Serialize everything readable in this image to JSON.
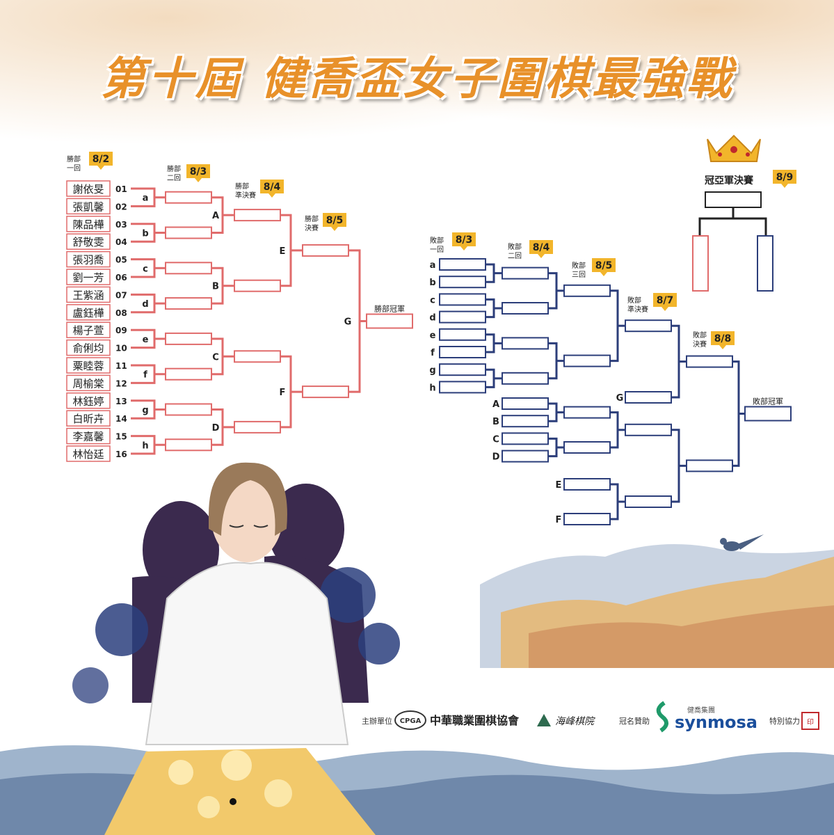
{
  "title": "第十屆 健喬盃女子圍棋最強戰",
  "colors": {
    "winners": "#e06b6b",
    "losers": "#2c3e7a",
    "accent": "#f2b52b",
    "title": "#e8912a"
  },
  "winners": {
    "round1": {
      "label1": "勝部",
      "label2": "一回",
      "date": "8/2"
    },
    "round2": {
      "label1": "勝部",
      "label2": "二回",
      "date": "8/3"
    },
    "semi": {
      "label1": "勝部",
      "label2": "準決賽",
      "date": "8/4"
    },
    "final": {
      "label1": "勝部",
      "label2": "決賽",
      "date": "8/5"
    },
    "champion": "勝部冠軍",
    "players": [
      {
        "name": "謝依旻",
        "seed": "01"
      },
      {
        "name": "張凱馨",
        "seed": "02"
      },
      {
        "name": "陳品樺",
        "seed": "03"
      },
      {
        "name": "舒敬雯",
        "seed": "04"
      },
      {
        "name": "張羽喬",
        "seed": "05"
      },
      {
        "name": "劉一芳",
        "seed": "06"
      },
      {
        "name": "王紫涵",
        "seed": "07"
      },
      {
        "name": "盧鈺樺",
        "seed": "08"
      },
      {
        "name": "楊子萱",
        "seed": "09"
      },
      {
        "name": "俞俐均",
        "seed": "10"
      },
      {
        "name": "粟睦蓉",
        "seed": "11"
      },
      {
        "name": "周榆棠",
        "seed": "12"
      },
      {
        "name": "林鈺婷",
        "seed": "13"
      },
      {
        "name": "白昕卉",
        "seed": "14"
      },
      {
        "name": "李嘉馨",
        "seed": "15"
      },
      {
        "name": "林怡廷",
        "seed": "16"
      }
    ],
    "match_letters": [
      "a",
      "b",
      "c",
      "d",
      "e",
      "f",
      "g",
      "h"
    ],
    "semi_letters": [
      "A",
      "B",
      "C",
      "D"
    ],
    "final_letters": [
      "E",
      "F"
    ],
    "grand_letter": "G"
  },
  "losers": {
    "round1": {
      "label1": "敗部",
      "label2": "一回",
      "date": "8/3"
    },
    "round2": {
      "label1": "敗部",
      "label2": "二回",
      "date": "8/4"
    },
    "round3": {
      "label1": "敗部",
      "label2": "三回",
      "date": "8/5"
    },
    "semi": {
      "label1": "敗部",
      "label2": "準決賽",
      "date": "8/7"
    },
    "final": {
      "label1": "敗部",
      "label2": "決賽",
      "date": "8/8"
    },
    "champion": "敗部冠軍",
    "upper_letters": [
      "a",
      "b",
      "c",
      "d",
      "e",
      "f",
      "g",
      "h"
    ],
    "lower_letters": [
      "A",
      "B",
      "C",
      "D"
    ],
    "extra_letters": [
      "E",
      "F"
    ],
    "g_letter": "G"
  },
  "grand_final": {
    "label": "冠亞軍決賽",
    "date": "8/9"
  },
  "sponsors": {
    "organizer_label": "主辦單位",
    "organizer_logo": "CPGA",
    "organizer_name": "中華職業圍棋協會",
    "partner_name": "海峰棋院",
    "title_sponsor_label": "冠名贊助",
    "sponsor_group": "健喬集團",
    "sponsor_name": "synmosa",
    "special_label": "特別協力"
  }
}
